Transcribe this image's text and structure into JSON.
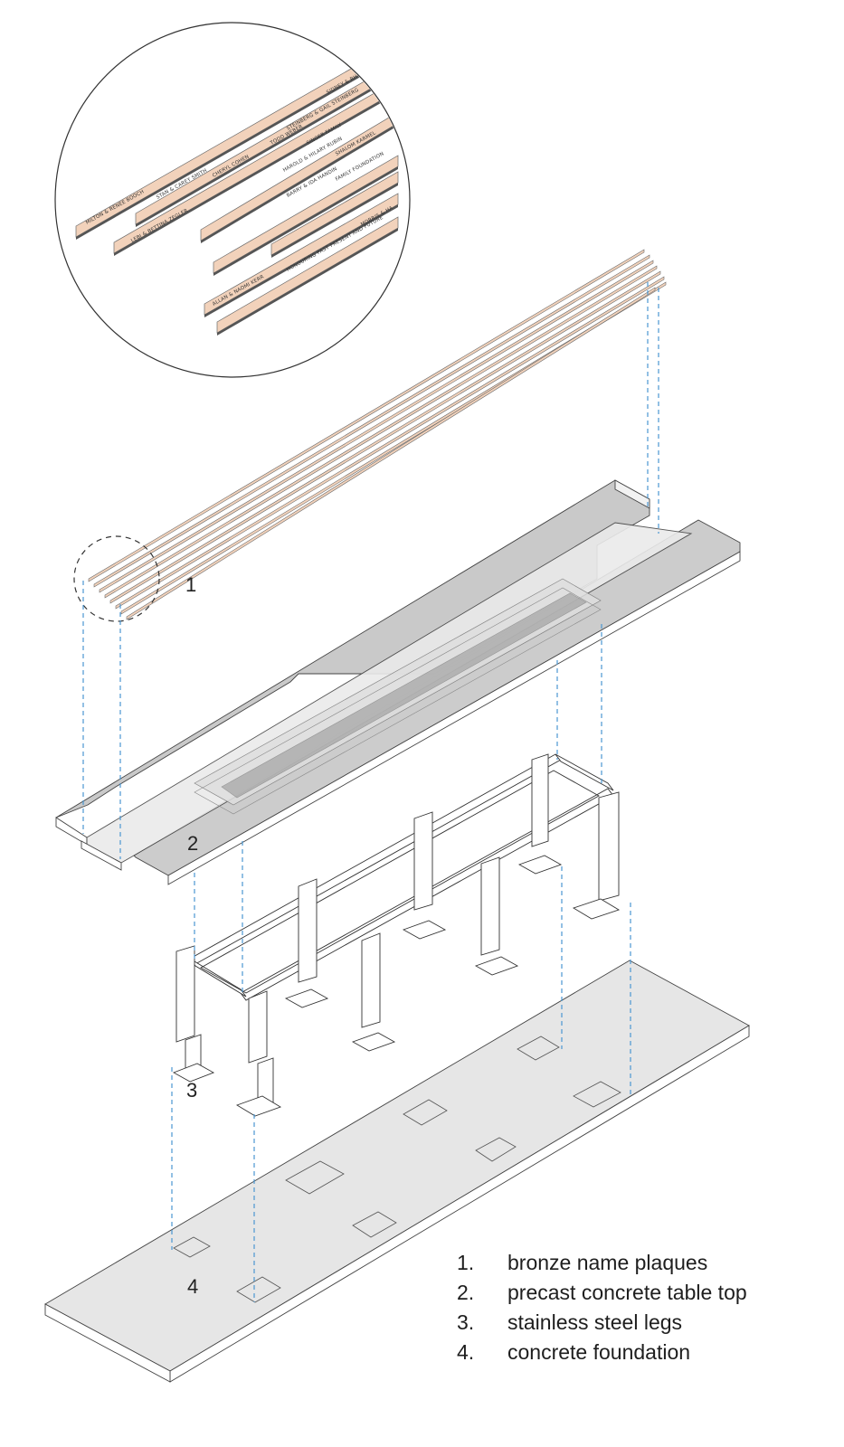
{
  "callouts": {
    "c1": "1",
    "c2": "2",
    "c3": "3",
    "c4": "4"
  },
  "legend": [
    {
      "num": "1.",
      "label": "bronze name plaques"
    },
    {
      "num": "2.",
      "label": "precast concrete table top"
    },
    {
      "num": "3.",
      "label": "stainless steel legs"
    },
    {
      "num": "4.",
      "label": "concrete foundation"
    }
  ],
  "plaque_names": [
    "SIDNEY & RHONA CYNGISER",
    "MILTON & RENEE BOOCH",
    "STAN & CAREY SMITH",
    "CHERYL COHEN",
    "TODD WEBER",
    "STEINBERG & GAIL STEINBERG",
    "LEBI & BETTINA ZEGLER",
    "SINGER FAMILY",
    "HAROLD & HILARY RUBIN",
    "BARRY & IDA HANDIN",
    "SHALOM KARMEL",
    "FAMILY FOUNDATION",
    "ALLAN & NAOMI KERR",
    "HONOURING PAST PRESENT AND FUTURE",
    "MORRIS & HA"
  ],
  "colors": {
    "plaque": "#f2d2bb",
    "plaque_edge": "#6a6a6a",
    "tabletop": "#c9c9c9",
    "tabletop_light": "#e8e8e8",
    "foundation": "#e6e6e6",
    "dashed_guide": "#4b97d1",
    "legs": "#ffffff"
  }
}
